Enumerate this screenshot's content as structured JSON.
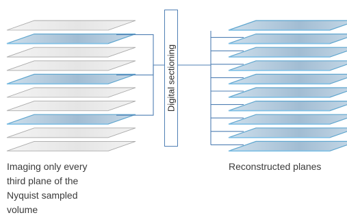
{
  "captions": {
    "left": [
      "Imaging only every",
      "third plane of the",
      "Nyquist sampled",
      "volume"
    ],
    "right": "Reconstructed planes"
  },
  "label": "Digital sectioning",
  "stacks": {
    "left": {
      "plane_count": 10,
      "imaged_plane_indices": [
        1,
        4,
        7
      ]
    },
    "right": {
      "plane_count": 10
    }
  },
  "colors": {
    "gray_plane_fill": "#e4e4e4",
    "gray_plane_stroke": "#a9a9a9",
    "blue_plane_fill": "#b0c8dc",
    "blue_plane_stroke": "#5fa6cf",
    "connector_line": "#4f7fb3",
    "caption_text": "#3a3a3a"
  }
}
